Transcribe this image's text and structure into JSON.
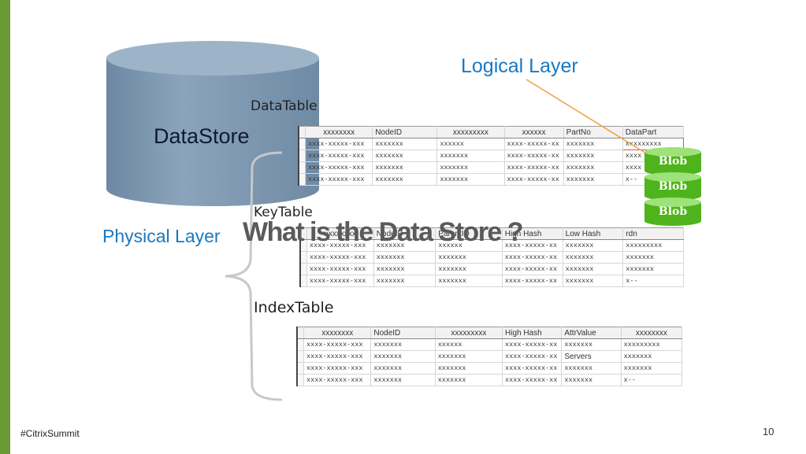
{
  "datastore_label": "DataStore",
  "logical_layer": "Logical Layer",
  "physical_layer": "Physical Layer",
  "title": "What is the Data Store ?",
  "footer": "#CitrixSummit",
  "page_number": "10",
  "blobs": [
    "Blob",
    "Blob",
    "Blob"
  ],
  "colors": {
    "accent_bar": "#6a9a36",
    "layer_text": "#1a78c0",
    "blob_green": "#4fb41c",
    "cylinder": "#7f9ab3"
  },
  "tables": [
    {
      "name": "DataTable",
      "headers": [
        "xxxxxxxx",
        "NodeID",
        "xxxxxxxxx",
        "xxxxxx",
        "PartNo",
        "DataPart"
      ],
      "rows": [
        [
          "xxxx-xxxxx-xxx",
          "xxxxxxx",
          "xxxxxx",
          "xxxx-xxxxx-xx",
          "xxxxxxx",
          "xxxxxxxxx"
        ],
        [
          "xxxx-xxxxx-xxx",
          "xxxxxxx",
          "xxxxxxx",
          "xxxx-xxxxx-xx",
          "xxxxxxx",
          "xxxx"
        ],
        [
          "xxxx-xxxxx-xxx",
          "xxxxxxx",
          "xxxxxxx",
          "xxxx-xxxxx-xx",
          "xxxxxxx",
          "xxxx"
        ],
        [
          "xxxx-xxxxx-xxx",
          "xxxxxxx",
          "xxxxxxx",
          "xxxx-xxxxx-xx",
          "xxxxxxx",
          "x--"
        ]
      ]
    },
    {
      "name": "KeyTable",
      "headers": [
        "xxxxxxxx",
        "NodeID",
        "ParentID",
        "High Hash",
        "Low Hash",
        "rdn"
      ],
      "rows": [
        [
          "xxxx-xxxxx-xxx",
          "xxxxxxx",
          "xxxxxx",
          "xxxx-xxxxx-xx",
          "xxxxxxx",
          "xxxxxxxxx"
        ],
        [
          "xxxx-xxxxx-xxx",
          "xxxxxxx",
          "xxxxxxx",
          "xxxx-xxxxx-xx",
          "xxxxxxx",
          "xxxxxxx"
        ],
        [
          "xxxx-xxxxx-xxx",
          "xxxxxxx",
          "xxxxxxx",
          "xxxx-xxxxx-xx",
          "xxxxxxx",
          "xxxxxxx"
        ],
        [
          "xxxx-xxxxx-xxx",
          "xxxxxxx",
          "xxxxxxx",
          "xxxx-xxxxx-xx",
          "xxxxxxx",
          "x--"
        ]
      ]
    },
    {
      "name": "IndexTable",
      "headers": [
        "xxxxxxxx",
        "NodeID",
        "xxxxxxxxx",
        "High Hash",
        "AttrValue",
        "xxxxxxxx"
      ],
      "rows": [
        [
          "xxxx-xxxxx-xxx",
          "xxxxxxx",
          "xxxxxx",
          "xxxx-xxxxx-xx",
          "xxxxxxx",
          "xxxxxxxxx"
        ],
        [
          "xxxx-xxxxx-xxx",
          "xxxxxxx",
          "xxxxxxx",
          "xxxx-xxxxx-xx",
          "Servers",
          "xxxxxxx"
        ],
        [
          "xxxx-xxxxx-xxx",
          "xxxxxxx",
          "xxxxxxx",
          "xxxx-xxxxx-xx",
          "xxxxxxx",
          "xxxxxxx"
        ],
        [
          "xxxx-xxxxx-xxx",
          "xxxxxxx",
          "xxxxxxx",
          "xxxx-xxxxx-xx",
          "xxxxxxx",
          "x--"
        ]
      ]
    }
  ]
}
